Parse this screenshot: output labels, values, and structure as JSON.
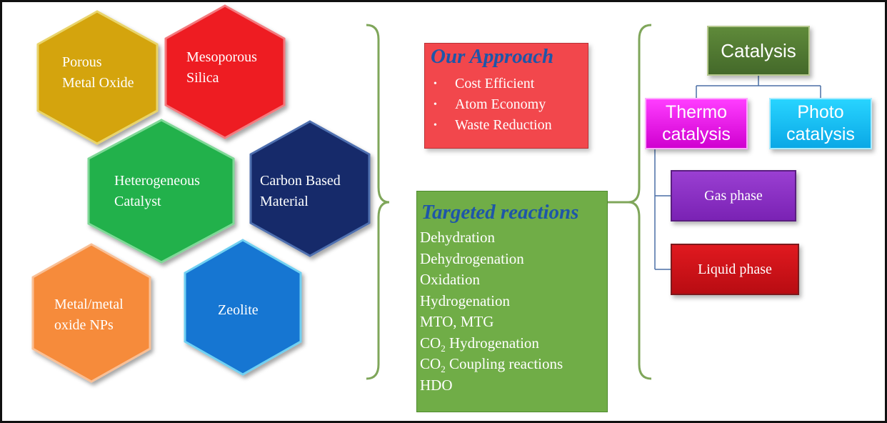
{
  "hexagons": [
    {
      "id": "porous",
      "lines": [
        "Porous",
        "Metal Oxide"
      ],
      "color": "#d4a40f"
    },
    {
      "id": "mesoporous",
      "lines": [
        "Mesoporous",
        "Silica"
      ],
      "color": "#ee1c24"
    },
    {
      "id": "heterogeneous",
      "lines": [
        "Heterogeneous",
        "Catalyst"
      ],
      "color": "#22b14c"
    },
    {
      "id": "carbon",
      "lines": [
        "Carbon Based",
        "Material"
      ],
      "color": "#132c6b"
    },
    {
      "id": "metal",
      "lines": [
        "Metal/metal",
        "oxide NPs"
      ],
      "color": "#f68b3b"
    },
    {
      "id": "zeolite",
      "lines": [
        "Zeolite"
      ],
      "color": "#1776d2"
    }
  ],
  "approach": {
    "title": "Our Approach",
    "bullet_glyph": "•",
    "items": [
      "Cost Efficient",
      "Atom Economy",
      "Waste Reduction"
    ],
    "color": "#f2474c"
  },
  "targeted": {
    "title": "Targeted reactions",
    "color": "#70ad47",
    "co2": {
      "base": "CO",
      "sub": "2"
    },
    "items": {
      "r1": "Dehydration",
      "r2": "Dehydrogenation",
      "r3": "Oxidation",
      "r4": "Hydrogenation",
      "r5": "MTO, MTG",
      "r6_rest": " Hydrogenation",
      "r7_rest": " Coupling reactions",
      "r8": "HDO"
    }
  },
  "tree": {
    "catalysis": "Catalysis",
    "thermo": "Thermo\ncatalysis",
    "photo": "Photo\ncatalysis",
    "gas": "Gas phase",
    "liquid": "Liquid phase"
  },
  "colors": {
    "brace": "#7fa65a",
    "connector": "#4a6fa5",
    "title_blue": "#1e56a8"
  }
}
